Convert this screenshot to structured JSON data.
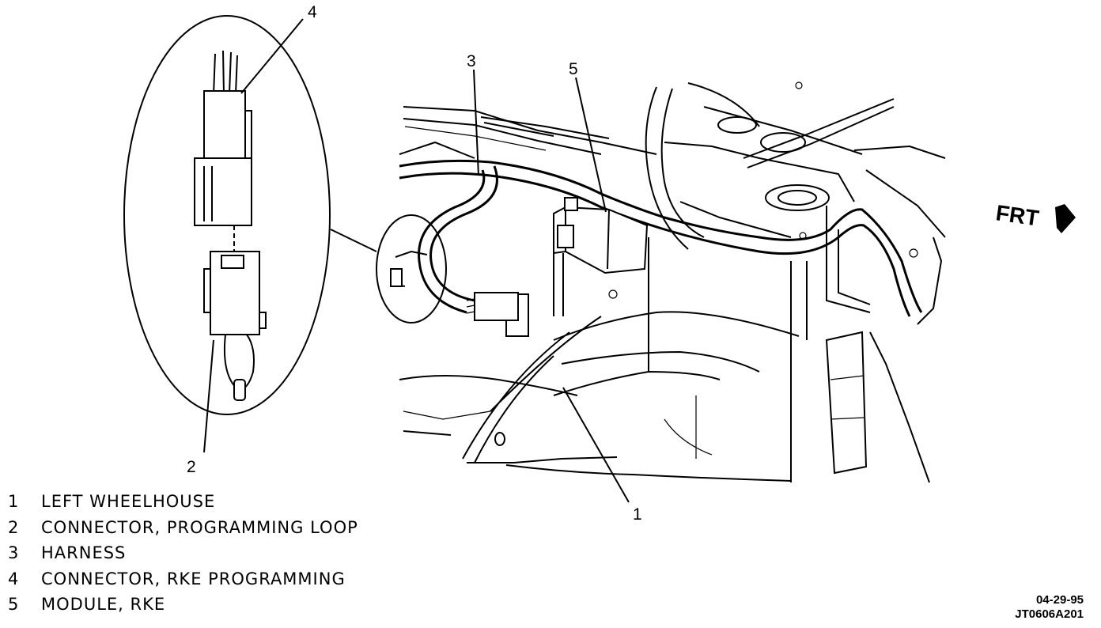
{
  "callouts": {
    "c1": "1",
    "c2": "2",
    "c3": "3",
    "c4": "4",
    "c5": "5"
  },
  "legend": [
    {
      "num": "1",
      "text": "LEFT WHEELHOUSE"
    },
    {
      "num": "2",
      "text": "CONNECTOR, PROGRAMMING LOOP"
    },
    {
      "num": "3",
      "text": "HARNESS"
    },
    {
      "num": "4",
      "text": "CONNECTOR, RKE PROGRAMMING"
    },
    {
      "num": "5",
      "text": "MODULE, RKE"
    }
  ],
  "direction_label": "FRT",
  "figure_date": "04-29-95",
  "figure_code": "JT0606A201"
}
